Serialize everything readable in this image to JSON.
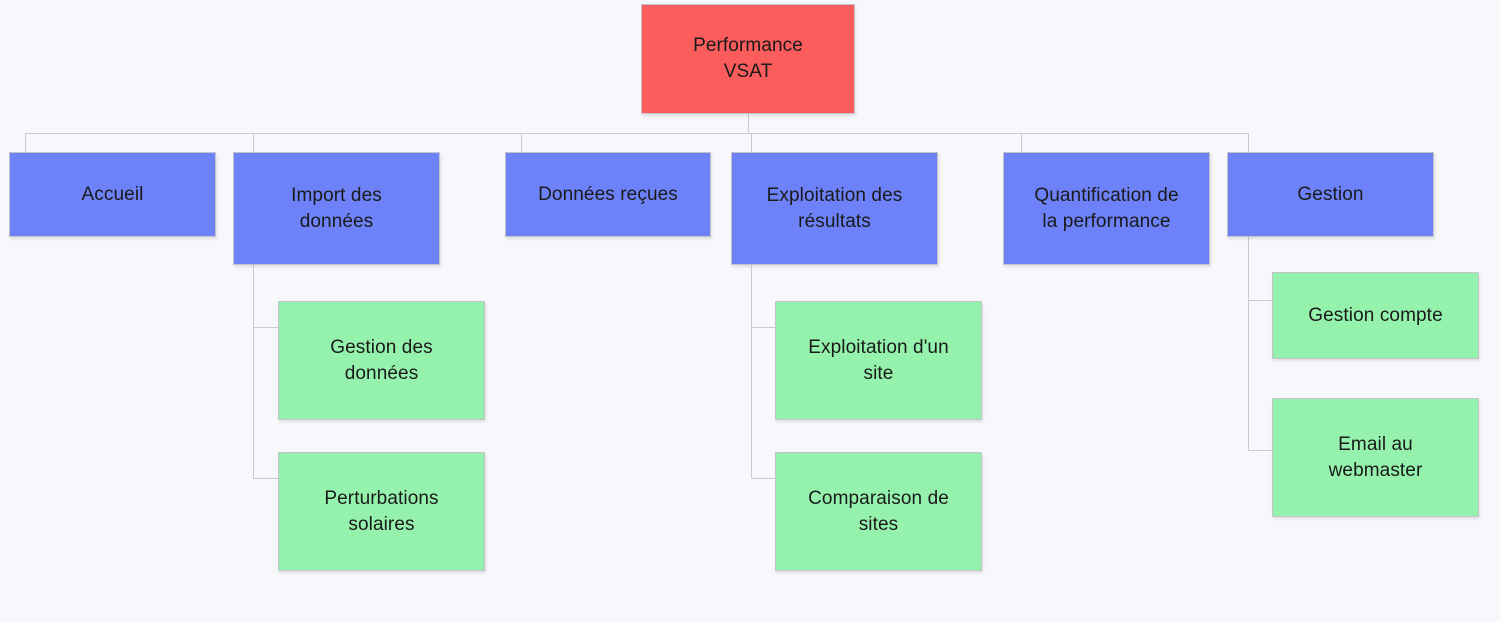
{
  "diagram": {
    "type": "sitemap-tree",
    "background_color": "#f7f8fb",
    "connector_color": "#c9cbd1",
    "colors": {
      "root": "#fb5c5c",
      "level1": "#6d82f8",
      "level2": "#95f2ad",
      "text": "#1a1a1a",
      "border": "#c4c4c8"
    },
    "root": {
      "label": "Performance\nVSAT",
      "level": "root"
    },
    "level1": [
      {
        "label": "Accueil",
        "level": "level1"
      },
      {
        "label": "Import des\ndonnées",
        "level": "level1"
      },
      {
        "label": "Données reçues",
        "level": "level1"
      },
      {
        "label": "Exploitation des\nrésultats",
        "level": "level1"
      },
      {
        "label": "Quantification de\nla performance",
        "level": "level1"
      },
      {
        "label": "Gestion",
        "level": "level1"
      }
    ],
    "level2": [
      {
        "label": "Gestion des\ndonnées",
        "parent": "Import des données",
        "level": "level2"
      },
      {
        "label": "Perturbations\nsolaires",
        "parent": "Import des données",
        "level": "level2"
      },
      {
        "label": "Exploitation d'un\nsite",
        "parent": "Exploitation des résultats",
        "level": "level2"
      },
      {
        "label": "Comparaison de\nsites",
        "parent": "Exploitation des résultats",
        "level": "level2"
      },
      {
        "label": "Gestion compte",
        "parent": "Gestion",
        "level": "level2"
      },
      {
        "label": "Email au\nwebmaster",
        "parent": "Gestion",
        "level": "level2"
      }
    ]
  }
}
